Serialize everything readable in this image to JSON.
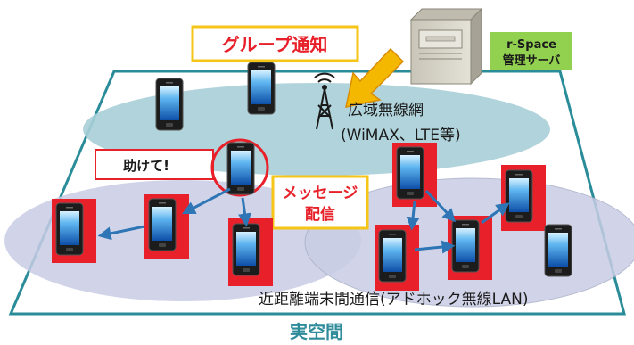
{
  "labels": {
    "group_notify": "グループ通知",
    "server_line1": "r-Space",
    "server_line2": "管理サーバ",
    "wide_area_line1": "広域無線網",
    "wide_area_line2": "(WiMAX、LTE等)",
    "help": "助けて!",
    "message_line1": "メッセージ",
    "message_line2": "配信",
    "local_comm": "近距離端末間通信(アドホック無線LAN)",
    "real_space": "実空間"
  },
  "colors": {
    "highlight_red": "#e8202a",
    "notify_border": "#f5c518",
    "arrow_orange": "#f5b800",
    "server_label_bg": "#92d050",
    "network_blue": "#2e75b6",
    "wide_area_ellipse": "#a9cfd8",
    "local_ellipse": "#c9cde5",
    "real_space_text": "#2e8b9a"
  },
  "icons": [
    "server-icon",
    "antenna-tower-icon",
    "smartphone-icon"
  ]
}
